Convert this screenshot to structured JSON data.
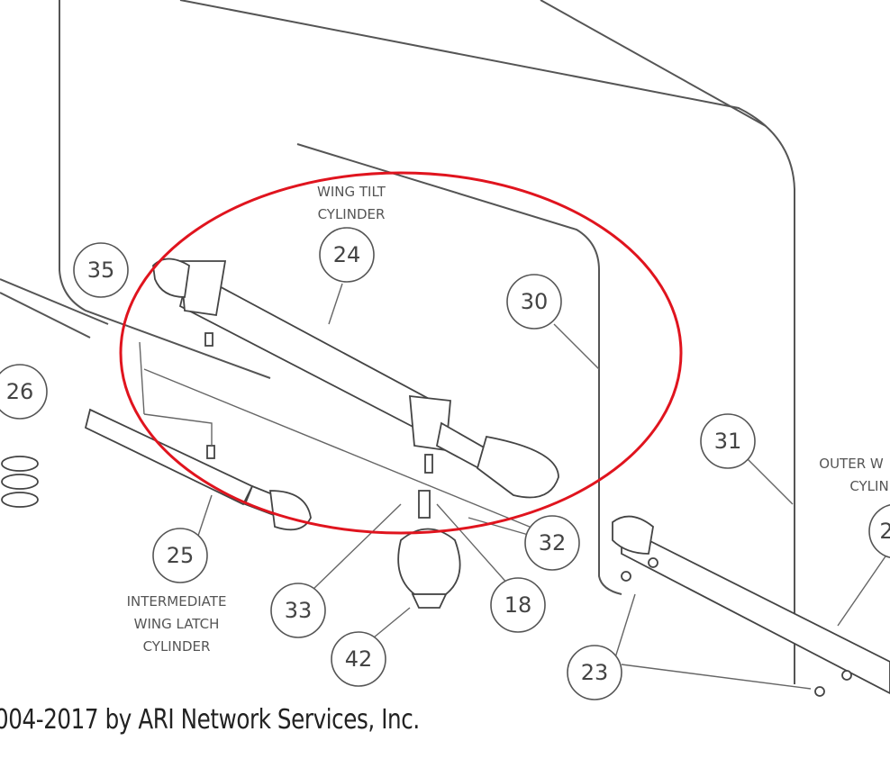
{
  "callouts": {
    "c35": "35",
    "c26": "26",
    "c24": "24",
    "c30": "30",
    "c31": "31",
    "c25": "25",
    "c33": "33",
    "c42": "42",
    "c18": "18",
    "c32": "32",
    "c23": "23",
    "c_partial": "2"
  },
  "labels": {
    "wing_tilt": [
      "WING TILT",
      "CYLINDER"
    ],
    "intermediate": [
      "INTERMEDIATE",
      "WING LATCH",
      "CYLINDER"
    ],
    "outer": [
      "OUTER W",
      "CYLIN"
    ]
  },
  "copyright": "004-2017 by ARI Network Services, Inc.",
  "highlight": {
    "shape": "ellipse",
    "color": "#e0141e",
    "target": "24"
  }
}
